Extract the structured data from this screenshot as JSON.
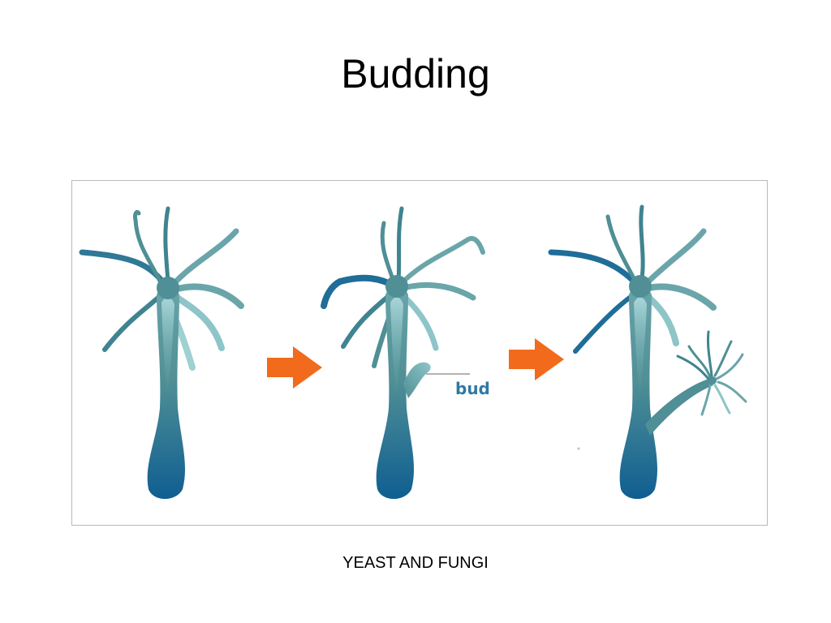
{
  "title": "Budding",
  "caption": "YEAST AND FUNGI",
  "diagram": {
    "bud_label": "bud",
    "colors": {
      "body_top": "#4f8f95",
      "body_bottom": "#0f5e92",
      "tentacle_light": "#8ec5c8",
      "arrow": "#f26a1b",
      "label": "#2f79a6"
    }
  }
}
